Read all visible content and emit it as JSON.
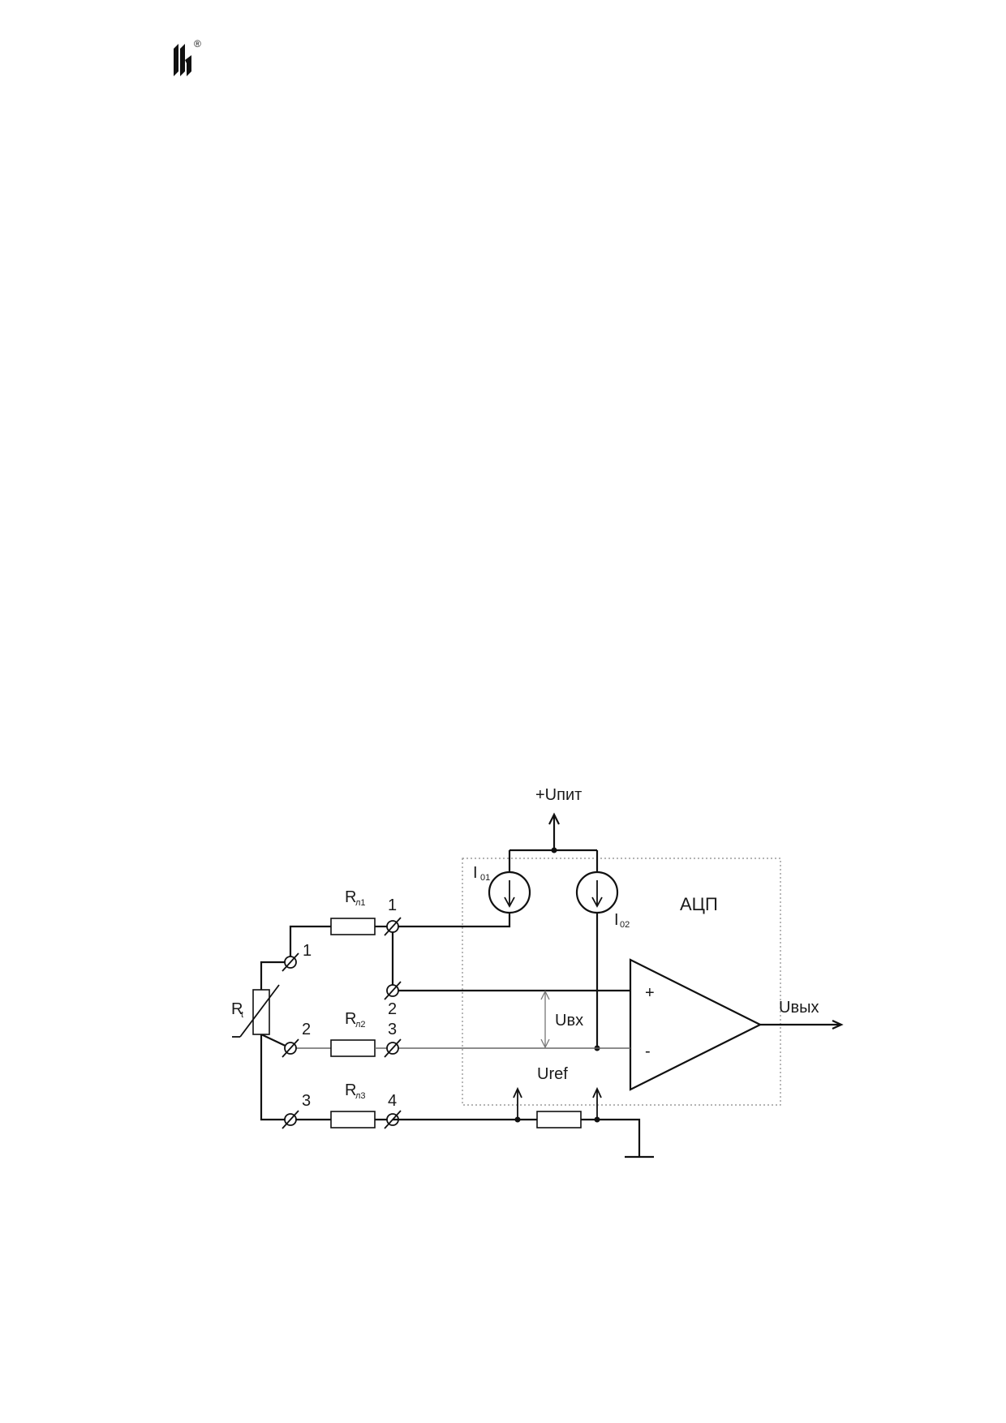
{
  "logo": {
    "symbol": "registered-mark",
    "mark": "®"
  },
  "diagram": {
    "supply_label": "+Uпит",
    "adc_label": "АЦП",
    "current_sources": [
      {
        "label": "I",
        "sub": "01"
      },
      {
        "label": "I",
        "sub": "02"
      }
    ],
    "sensor": {
      "label": "R",
      "sub": "t"
    },
    "line_resistors": [
      {
        "label": "R",
        "sub": "л1"
      },
      {
        "label": "R",
        "sub": "л2"
      },
      {
        "label": "R",
        "sub": "л3"
      }
    ],
    "sensor_terminals": [
      "1",
      "2",
      "3"
    ],
    "device_terminals": [
      "1",
      "2",
      "3",
      "4"
    ],
    "input_voltage_label": "Uвх",
    "reference_label": "Uref",
    "output_label": "Uвых",
    "plus_sign": "+",
    "minus_sign": "-"
  },
  "colors": {
    "ink": "#111111",
    "secondary_wire": "#666666",
    "box": "#888888"
  }
}
